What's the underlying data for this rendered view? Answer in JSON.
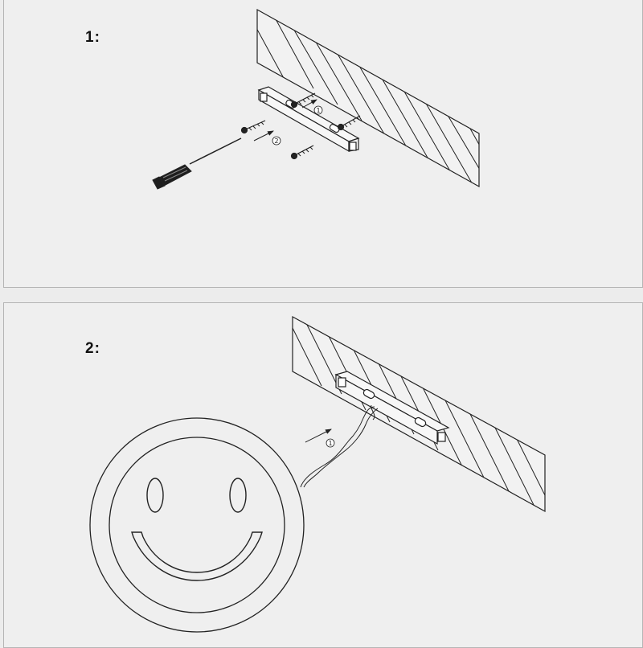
{
  "steps": [
    {
      "label": "1:",
      "callouts": [
        "1",
        "2"
      ]
    },
    {
      "label": "2:",
      "callouts": [
        "1"
      ]
    }
  ],
  "colors": {
    "line": "#222222",
    "panel": "#efefef",
    "panel_border": "#b5b5b5"
  },
  "icons": [
    "screwdriver-icon",
    "screw-icon",
    "mounting-bracket-icon",
    "wall-icon",
    "smiley-face-sign-icon",
    "power-cable-icon",
    "arrow-icon"
  ]
}
